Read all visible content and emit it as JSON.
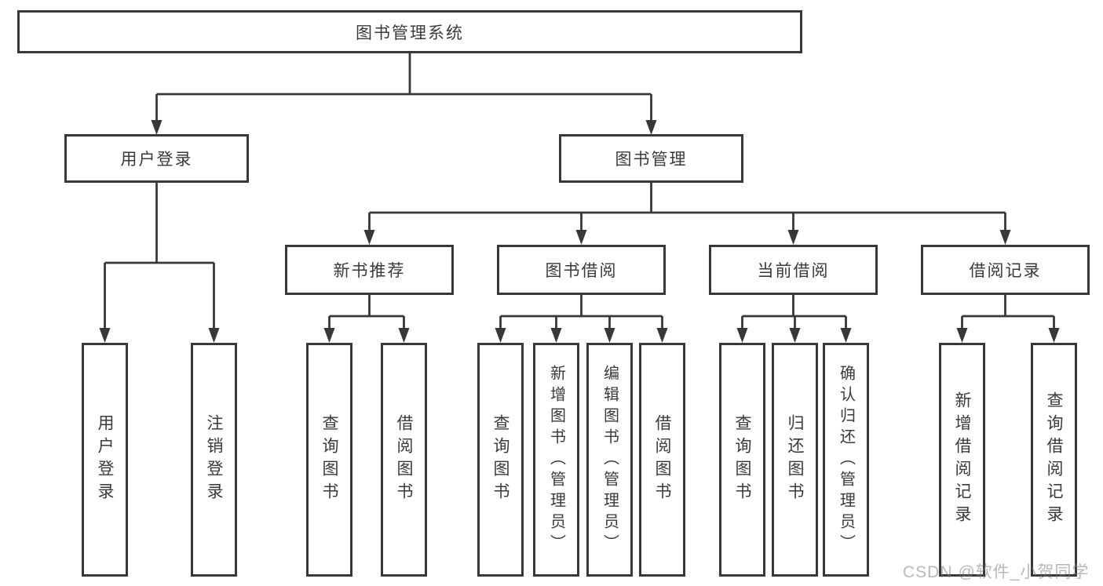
{
  "tree": {
    "root": {
      "label": "图书管理系统"
    },
    "branches": [
      {
        "label": "用户登录",
        "children": [
          {
            "label": "用户登录"
          },
          {
            "label": "注销登录"
          }
        ]
      },
      {
        "label": "图书管理",
        "children": [
          {
            "label": "新书推荐",
            "children": [
              {
                "label": "查询图书"
              },
              {
                "label": "借阅图书"
              }
            ]
          },
          {
            "label": "图书借阅",
            "children": [
              {
                "label": "查询图书"
              },
              {
                "label": "新增图书（管理员）"
              },
              {
                "label": "编辑图书（管理员）"
              },
              {
                "label": "借阅图书"
              }
            ]
          },
          {
            "label": "当前借阅",
            "children": [
              {
                "label": "查询图书"
              },
              {
                "label": "归还图书"
              },
              {
                "label": "确认归还（管理员）"
              }
            ]
          },
          {
            "label": "借阅记录",
            "children": [
              {
                "label": "新增借阅记录"
              },
              {
                "label": "查询借阅记录"
              }
            ]
          }
        ]
      }
    ]
  },
  "watermark": "CSDN @软件_小贺同学",
  "colors": {
    "line": "#383838",
    "text": "#3a3a3a",
    "box_background": "#ffffff",
    "watermark": "#7d7d7d"
  }
}
